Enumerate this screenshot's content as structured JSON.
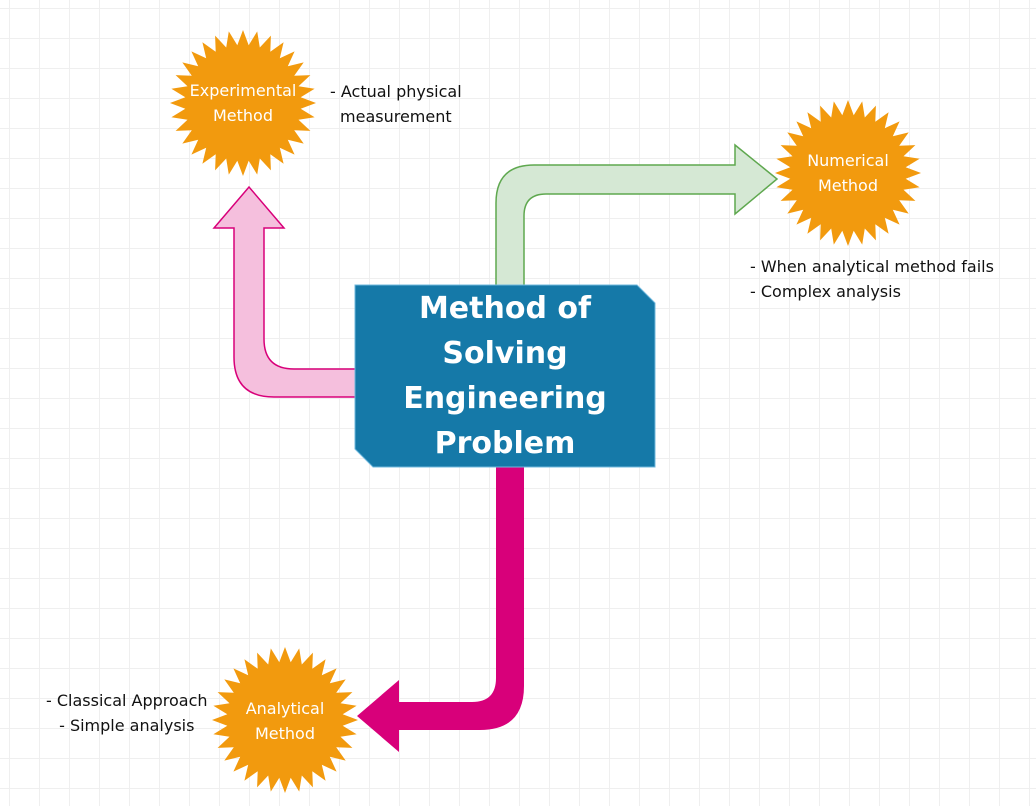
{
  "center": {
    "lines": [
      "Method of Solving",
      "Engineering",
      "Problem"
    ],
    "fill": "#1579A8"
  },
  "nodes": {
    "experimental": {
      "label_line1": "Experimental",
      "label_line2": "Method"
    },
    "numerical": {
      "label_line1": "Numerical",
      "label_line2": "Method"
    },
    "analytical": {
      "label_line1": "Analytical",
      "label_line2": "Method"
    }
  },
  "notes": {
    "experimental": [
      "- Actual physical",
      "measurement"
    ],
    "numerical": [
      "- When analytical method fails",
      "- Complex analysis"
    ],
    "analytical": [
      "- Classical Approach",
      "- Simple analysis"
    ]
  },
  "colors": {
    "burst": "#F29A0E",
    "arrow_pink": "#F5BFDD",
    "arrow_pink_stroke": "#D8007A",
    "arrow_green": "#D5E8D4",
    "arrow_green_stroke": "#5FA84F",
    "arrow_magenta": "#D8007A"
  }
}
